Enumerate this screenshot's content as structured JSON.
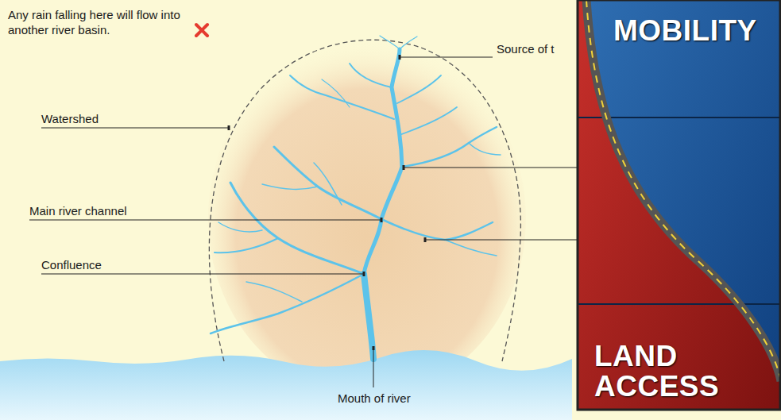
{
  "diagram": {
    "labels": [
      "Any rain falling here will flow into another river basin.",
      "Source of t",
      "Watershed",
      "Main river channel",
      "Confluence",
      "Mouth of river",
      "MOBILITY",
      "LAND ACCESS"
    ]
  }
}
